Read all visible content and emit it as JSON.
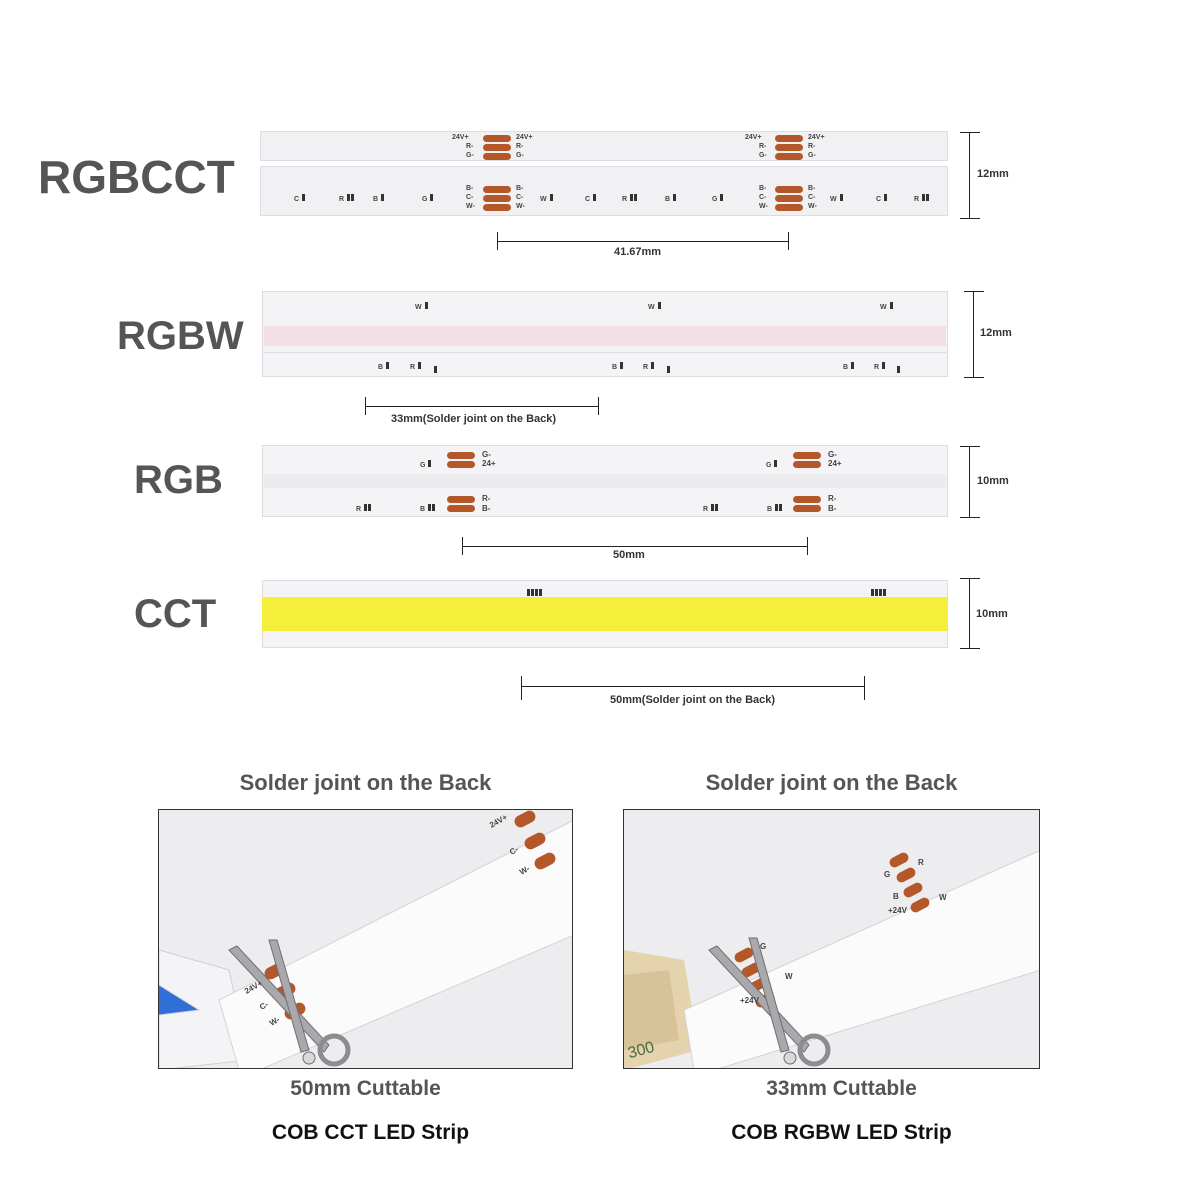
{
  "strips": {
    "rgbcct": {
      "name": "RGBCCT",
      "width_label": "12mm",
      "pitch_label": "41.67mm",
      "pin_top": [
        "24V+",
        "R-",
        "G-"
      ],
      "pin_bottom": [
        "B-",
        "C-",
        "W-"
      ],
      "chip_letters": [
        "C",
        "R",
        "B",
        "G",
        "W"
      ]
    },
    "rgbw": {
      "name": "RGBW",
      "width_label": "12mm",
      "pitch_label": "33mm(Solder joint on the Back)",
      "chip_letters": [
        "W",
        "B",
        "R",
        "G"
      ]
    },
    "rgb": {
      "name": "RGB",
      "width_label": "10mm",
      "pitch_label": "50mm",
      "pin_top": [
        "G-",
        "24+"
      ],
      "pin_bottom": [
        "R-",
        "B-"
      ],
      "chip_letters": [
        "G",
        "R",
        "B"
      ]
    },
    "cct": {
      "name": "CCT",
      "width_label": "10mm",
      "pitch_label": "50mm(Solder joint on the Back)"
    }
  },
  "panels": {
    "left": {
      "title": "Solder joint on the Back",
      "caption_cut": "50mm Cuttable",
      "caption_product": "COB CCT LED Strip",
      "pins": [
        "24V+",
        "C-",
        "W-"
      ]
    },
    "right": {
      "title": "Solder joint on the Back",
      "caption_cut": "33mm Cuttable",
      "caption_product": "COB RGBW LED Strip",
      "pins": [
        "G",
        "R",
        "B",
        "+24V",
        "W"
      ],
      "tape_text": "300"
    }
  },
  "colors": {
    "pad": "#b4582a",
    "cct_glow": "#f3ef3a",
    "rgbw_tint": "#f4dfe6",
    "label_gray": "#555555"
  }
}
